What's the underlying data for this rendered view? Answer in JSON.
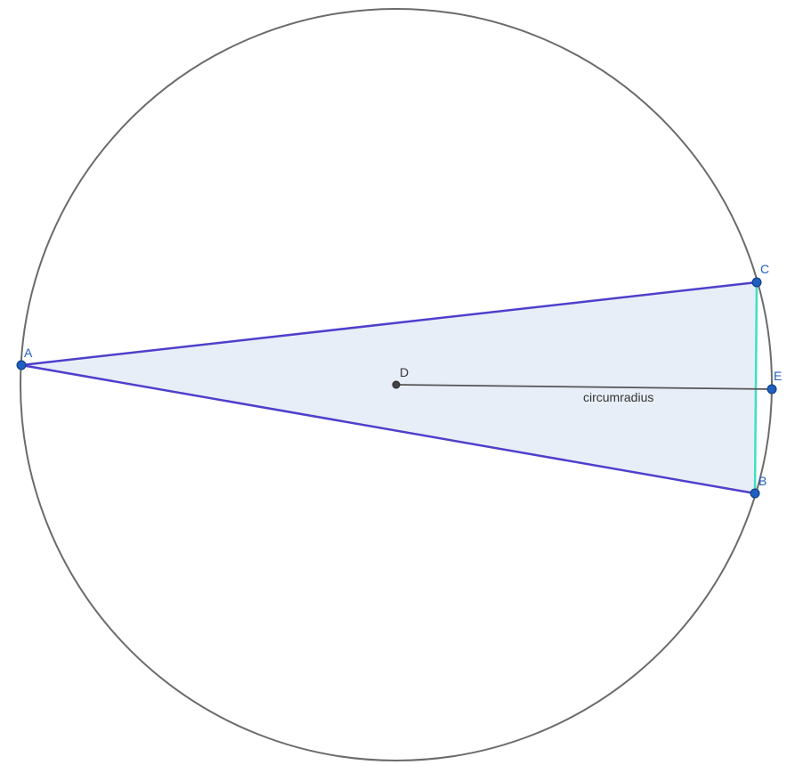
{
  "diagram": {
    "points": {
      "A": {
        "label": "A"
      },
      "B": {
        "label": "B"
      },
      "C": {
        "label": "C"
      },
      "D": {
        "label": "D"
      },
      "E": {
        "label": "E"
      }
    },
    "segment_DE_label": "circumradius"
  },
  "colors": {
    "circle": "#6b6b6b",
    "triangle_side": "#4f3fcc",
    "triangle_fill": "#e8eef8",
    "side_BC": "#3fe0c0",
    "point_blue": "#1f5fbf",
    "point_dark": "#444444",
    "label_blue": "#1f5fbf",
    "label_dark": "#333333",
    "radius_line": "#555555"
  }
}
